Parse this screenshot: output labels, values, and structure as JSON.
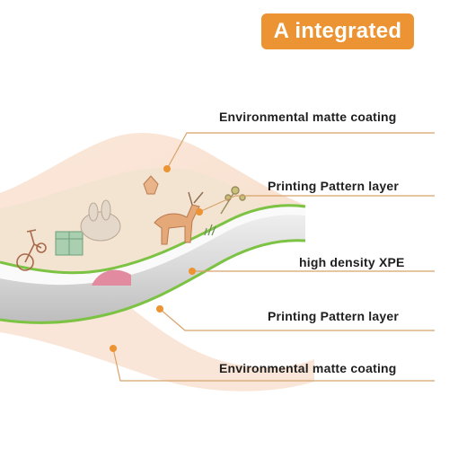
{
  "header": {
    "badge_label": "A integrated"
  },
  "layers": [
    {
      "label": "Environmental matte coating"
    },
    {
      "label": "Printing Pattern layer"
    },
    {
      "label": "high density XPE"
    },
    {
      "label": "Printing Pattern layer"
    },
    {
      "label": "Environmental matte coating"
    }
  ],
  "colors": {
    "accent": "#ec9433",
    "leader_line": "#d8a26a",
    "green_edge": "#7cc243",
    "core_gray": "#cfcfcf",
    "coating_peach": "#f9e3d2"
  },
  "icons": {
    "decorative": [
      "deer-icon",
      "bicycle-icon",
      "gift-box-icon",
      "rabbit-icon",
      "flower-icon",
      "tree-branch-icon",
      "fox-icon"
    ]
  }
}
